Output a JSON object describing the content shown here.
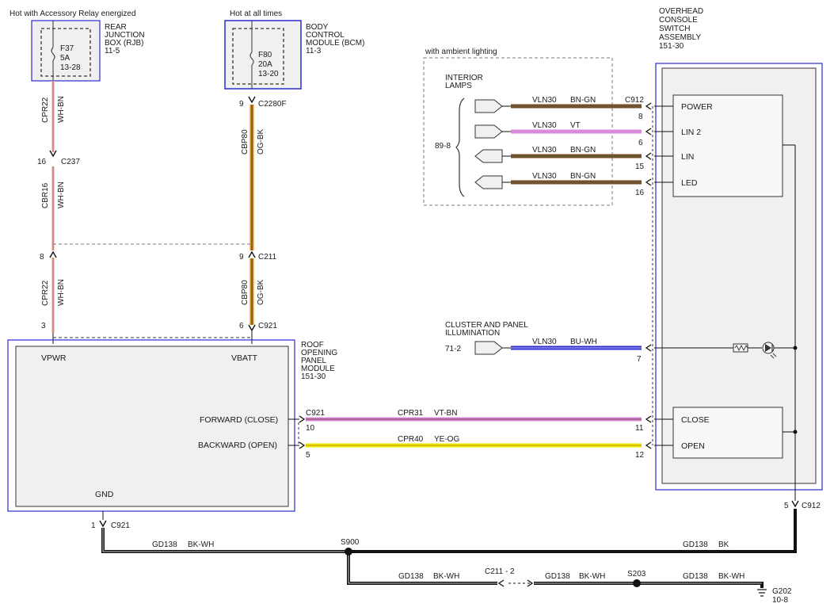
{
  "top_labels": {
    "rjb_feed": "Hot with Accessory Relay energized",
    "bcm_feed": "Hot at all times",
    "ambient": "with ambient lighting"
  },
  "rjb": {
    "name_lines": [
      "REAR",
      "JUNCTION",
      "BOX (RJB)",
      "11-5"
    ],
    "fuse": "F37",
    "rating": "5A",
    "ref": "13-28"
  },
  "bcm": {
    "name_lines": [
      "BODY",
      "CONTROL",
      "MODULE (BCM)",
      "11-3"
    ],
    "fuse": "F80",
    "rating": "20A",
    "ref": "13-20"
  },
  "left_circuit": {
    "seg1_circuit": "CPR22",
    "seg1_color": "WH-BN",
    "c237_pin": "16",
    "c237": "C237",
    "seg2_circuit": "CBR16",
    "seg2_color": "WH-BN",
    "c211_pin": "8",
    "seg3_circuit": "CPR22",
    "seg3_color": "WH-BN",
    "c921_pin": "3"
  },
  "mid_circuit": {
    "c2280f_pin": "9",
    "c2280f": "C2280F",
    "seg1_circuit": "CBP80",
    "seg1_color": "OG-BK",
    "c211_pin": "9",
    "c211": "C211",
    "seg2_circuit": "CBP80",
    "seg2_color": "OG-BK",
    "c921_pin": "6",
    "c921": "C921"
  },
  "ropm": {
    "name_lines": [
      "ROOF",
      "OPENING",
      "PANEL",
      "MODULE",
      "151-30"
    ],
    "vpwr": "VPWR",
    "vbatt": "VBATT",
    "forward": "FORWARD (CLOSE)",
    "backward": "BACKWARD (OPEN)",
    "gnd": "GND",
    "gnd_pin": "1",
    "gnd_conn": "C921"
  },
  "motor_wires": {
    "conn": "C921",
    "fwd_pin_left": "10",
    "fwd_circuit": "CPR31",
    "fwd_color": "VT-BN",
    "fwd_pin_right": "11",
    "bwd_pin_left": "5",
    "bwd_circuit": "CPR40",
    "bwd_color": "YE-OG",
    "bwd_pin_right": "12"
  },
  "overhead": {
    "name_lines": [
      "OVERHEAD",
      "CONSOLE",
      "SWITCH",
      "ASSEMBLY",
      "151-30"
    ],
    "conn": "C912",
    "power": "POWER",
    "lin2": "LIN 2",
    "lin": "LIN",
    "led": "LED",
    "close": "CLOSE",
    "open": "OPEN",
    "gnd_pin": "5",
    "gnd_conn": "C912"
  },
  "interior_lamps": {
    "name_lines": [
      "INTERIOR",
      "LAMPS"
    ],
    "ref": "89-8",
    "wires": [
      {
        "circuit": "VLN30",
        "color": "BN-GN",
        "pin": "8"
      },
      {
        "circuit": "VLN30",
        "color": "VT",
        "pin": "6"
      },
      {
        "circuit": "VLN30",
        "color": "BN-GN",
        "pin": "15"
      },
      {
        "circuit": "VLN30",
        "color": "BN-GN",
        "pin": "16"
      }
    ]
  },
  "cluster": {
    "name_lines": [
      "CLUSTER AND PANEL",
      "ILLUMINATION"
    ],
    "ref": "71-2",
    "circuit": "VLN30",
    "color": "BU-WH",
    "pin": "7"
  },
  "ground": {
    "seg1_circuit": "GD138",
    "seg1_color": "BK-WH",
    "splice1": "S900",
    "seg2_circuit": "GD138",
    "seg2_color": "BK",
    "seg3_circuit": "GD138",
    "seg3_color": "BK-WH",
    "inline_conn": "C211 - 2",
    "seg4_circuit": "GD138",
    "seg4_color": "BK-WH",
    "splice2": "S203",
    "seg5_circuit": "GD138",
    "seg5_color": "BK-WH",
    "ground_point": "G202",
    "ground_ref": "10-8"
  },
  "wire_colors": {
    "whbn": "#e8c0b8",
    "whbn_stripe": "#c0392b",
    "ogbk": "#d98a1a",
    "bngn": "#7a4a2a",
    "vt": "#d98ad9",
    "buwh": "#2a2ad0",
    "yeog": "#e8e800",
    "ground": "#111111",
    "box_blue": "#2b2bd0",
    "box_fill": "#f0f0f0"
  }
}
